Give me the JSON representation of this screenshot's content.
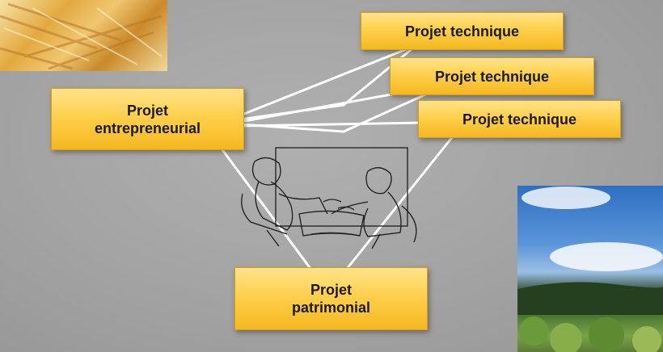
{
  "boxes": {
    "entrepreneurial": "Projet\nentrepreneurial",
    "technique_1": "Projet technique",
    "technique_2": "Projet technique",
    "technique_3": "Projet technique",
    "patrimonial": "Projet\npatrimonial"
  },
  "colors": {
    "box_fill": "#ffd04d",
    "connector": "#ffffff",
    "background": "#a8a8a8"
  }
}
